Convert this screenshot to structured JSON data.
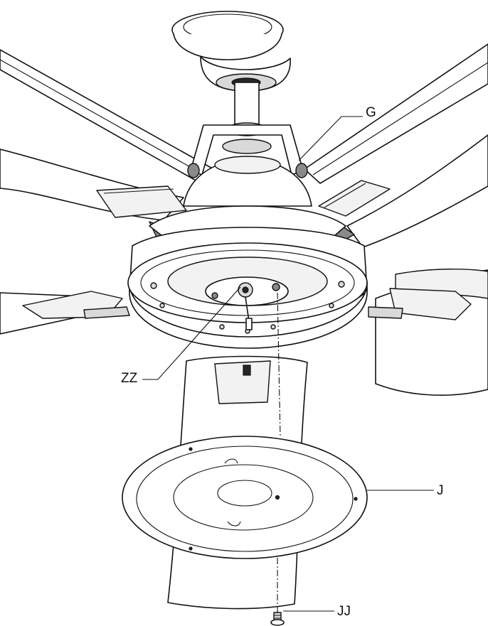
{
  "callouts": {
    "g": "G",
    "zz": "ZZ",
    "j": "J",
    "jj": "JJ"
  },
  "colors": {
    "line": "#111111",
    "light_gray": "#f2f2f2",
    "mid_gray": "#d9d9d9",
    "dark_gray": "#8a8a8a",
    "near_black": "#262626",
    "background": "#ffffff"
  }
}
